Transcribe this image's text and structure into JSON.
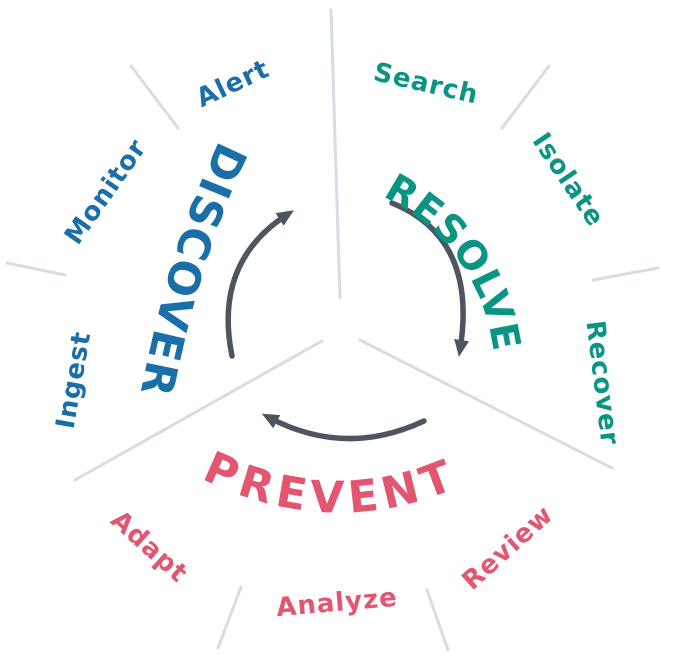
{
  "diagram": {
    "phases": [
      {
        "label": "DISCOVER",
        "color": "#1b6fa8",
        "sub_labels": [
          "Monitor",
          "Alert",
          "Ingest"
        ]
      },
      {
        "label": "RESOLVE",
        "color": "#0a9484",
        "sub_labels": [
          "Search",
          "Isolate",
          "Recover"
        ]
      },
      {
        "label": "PREVENT",
        "color": "#e25671",
        "sub_labels": [
          "Review",
          "Analyze",
          "Adapt"
        ]
      }
    ],
    "arrow_color": "#4d565e",
    "divider_color": "#d7dce6",
    "cycle_direction": "clockwise"
  }
}
